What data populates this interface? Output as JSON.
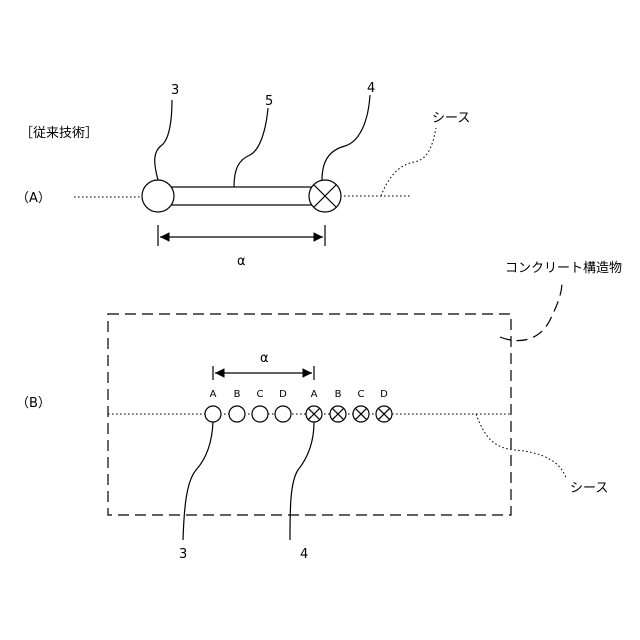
{
  "header": {
    "title": "［従来技術］"
  },
  "figure_a": {
    "label": "（A）",
    "ref_source": "3",
    "ref_pipe": "5",
    "ref_receiver": "4",
    "sheath_label": "シース",
    "distance_label": "α"
  },
  "figure_b": {
    "label": "（B）",
    "structure_label": "コンクリート構造物",
    "sheath_label": "シース",
    "distance_label": "α",
    "ref_source": "3",
    "ref_receiver": "4",
    "source_letters": [
      "A",
      "B",
      "C",
      "D"
    ],
    "receiver_letters": [
      "A",
      "B",
      "C",
      "D"
    ]
  }
}
